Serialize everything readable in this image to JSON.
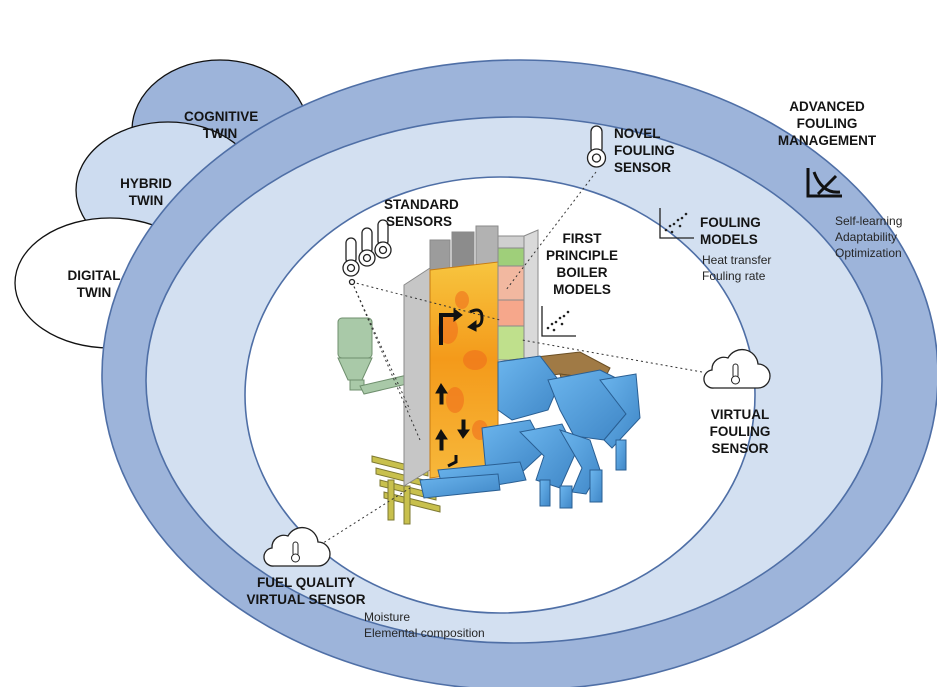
{
  "twin_levels": {
    "digital": [
      "DIGITAL",
      "TWIN"
    ],
    "hybrid": [
      "HYBRID",
      "TWIN"
    ],
    "cognitive": [
      "COGNITIVE",
      "TWIN"
    ]
  },
  "labels": {
    "advanced_fouling_management": [
      "ADVANCED",
      "FOULING",
      "MANAGEMENT"
    ],
    "advanced_features": [
      "Self-learning",
      "Adaptability",
      "Optimization"
    ],
    "novel_fouling_sensor": [
      "NOVEL",
      "FOULING",
      "SENSOR"
    ],
    "standard_sensors": [
      "STANDARD",
      "SENSORS"
    ],
    "first_principle_models": [
      "FIRST",
      "PRINCIPLE",
      "BOILER",
      "MODELS"
    ],
    "fouling_models": [
      "FOULING",
      "MODELS"
    ],
    "fouling_models_features": [
      "Heat transfer",
      "Fouling rate"
    ],
    "virtual_fouling_sensor": [
      "VIRTUAL",
      "FOULING",
      "SENSOR"
    ],
    "fuel_quality_sensor": [
      "FUEL QUALITY",
      "VIRTUAL SENSOR"
    ],
    "fuel_quality_features": [
      "Moisture",
      "Elemental composition"
    ]
  },
  "icons": {
    "thermometer": "thermometer-icon",
    "cloud_thermometer": "cloud-thermometer-icon",
    "scatter_trend": "scatter-trend-icon",
    "decreasing_trend": "decreasing-trend-icon",
    "boiler": "boiler-illustration"
  },
  "colors": {
    "outer_ring": "#9db4da",
    "middle_ring": "#d3e0f1",
    "inner_disc": "#ffffff",
    "ring_stroke": "#4f6fa6",
    "cognitive_cloud": "#9db4da",
    "hybrid_cloud": "#cddcf0",
    "digital_cloud": "#ffffff",
    "flame": "#f4a21e",
    "boiler_pipes": "#5aa9e6",
    "casing": "#b9b9b9"
  }
}
